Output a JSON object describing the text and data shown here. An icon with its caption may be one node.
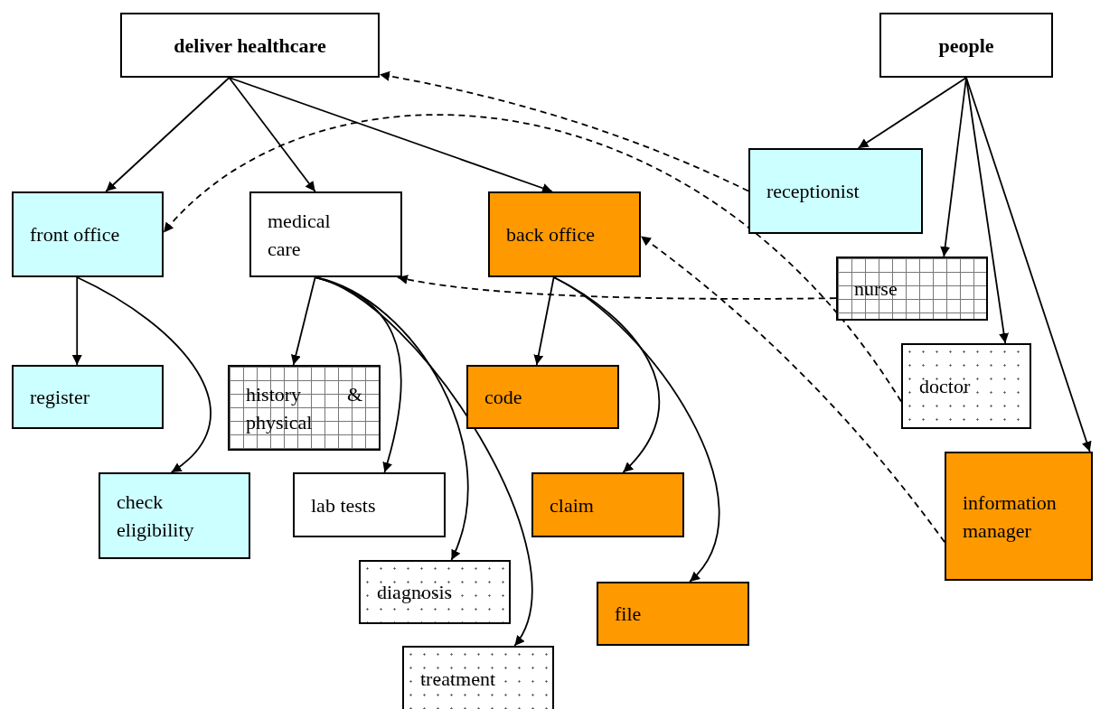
{
  "diagram": {
    "nodes": [
      {
        "text": [
          "deliver healthcare"
        ]
      },
      {
        "text": [
          "people"
        ]
      },
      {
        "text": [
          "receptionist"
        ]
      },
      {
        "text": [
          "front office"
        ]
      },
      {
        "text": [
          "medical care"
        ]
      },
      {
        "text": [
          "back office"
        ]
      },
      {
        "text": [
          "nurse"
        ]
      },
      {
        "text": [
          "register"
        ]
      },
      {
        "text": [
          "history & physical"
        ]
      },
      {
        "text": [
          "code"
        ]
      },
      {
        "text": [
          "doctor"
        ]
      },
      {
        "text": [
          "check eligibility"
        ]
      },
      {
        "text": [
          "lab tests"
        ]
      },
      {
        "text": [
          "claim"
        ]
      },
      {
        "text": [
          "information manager"
        ]
      },
      {
        "text": [
          "diagnosis"
        ]
      },
      {
        "text": [
          "file"
        ]
      },
      {
        "text": [
          "treatment"
        ]
      }
    ],
    "edges": [
      {
        "from": 0,
        "to": 3,
        "arrow": "to"
      },
      {
        "from": 0,
        "to": 4,
        "arrow": "to"
      },
      {
        "from": 0,
        "to": 5,
        "arrow": "to"
      },
      {
        "from": 1,
        "to": 2,
        "arrow": "to"
      },
      {
        "from": 1,
        "to": 6,
        "arrow": "to"
      },
      {
        "from": 1,
        "to": 10,
        "arrow": "to"
      },
      {
        "from": 1,
        "to": 14,
        "arrow": "to"
      },
      {
        "from": 3,
        "to": 7,
        "arrow": "to"
      },
      {
        "from": 3,
        "to": 11,
        "arrow": "to"
      },
      {
        "from": 4,
        "to": 8,
        "arrow": "to"
      },
      {
        "from": 4,
        "to": 12,
        "arrow": "to"
      },
      {
        "from": 4,
        "to": 15,
        "arrow": "to"
      },
      {
        "from": 4,
        "to": 17,
        "arrow": "to"
      },
      {
        "from": 5,
        "to": 9,
        "arrow": "to"
      },
      {
        "from": 5,
        "to": 13,
        "arrow": "to"
      },
      {
        "from": 5,
        "to": 16,
        "arrow": "to"
      },
      {
        "from": 2,
        "to": 0,
        "arrow": "to",
        "style": "dashed"
      },
      {
        "from": 6,
        "to": 4,
        "arrow": "to",
        "style": "dashed"
      },
      {
        "from": 10,
        "to": 3,
        "arrow": "to",
        "style": "dashed"
      },
      {
        "from": 14,
        "to": 5,
        "arrow": "to",
        "style": "dashed"
      }
    ]
  }
}
